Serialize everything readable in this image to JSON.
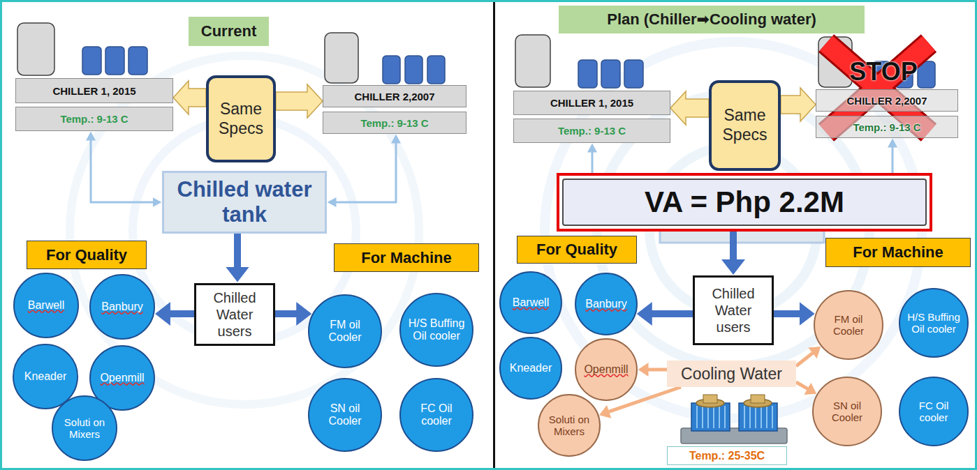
{
  "diagram": {
    "nodes": [
      {
        "text": [
          "Current"
        ]
      },
      {
        "text": [
          "CHILLER 1, 2015"
        ]
      },
      {
        "text": [
          "Temp.: 9-13 C"
        ]
      },
      {
        "text": [
          "Same Specs"
        ]
      },
      {
        "text": [
          "CHILLER 2,2007"
        ]
      },
      {
        "text": [
          "Temp.: 9-13 C"
        ]
      },
      {
        "text": [
          "Chilled water tank"
        ]
      },
      {
        "text": [
          "For Quality"
        ]
      },
      {
        "text": [
          "For Machine"
        ]
      },
      {
        "text": [
          "Chilled Water users"
        ]
      },
      {
        "text": [
          "Barwell"
        ]
      },
      {
        "text": [
          "Banbury"
        ]
      },
      {
        "text": [
          "Kneader"
        ]
      },
      {
        "text": [
          "Openmill"
        ]
      },
      {
        "text": [
          "Soluti on Mixers"
        ]
      },
      {
        "text": [
          "FM oil Cooler"
        ]
      },
      {
        "text": [
          "H/S Buffing Oil cooler"
        ]
      },
      {
        "text": [
          "SN oil Cooler"
        ]
      },
      {
        "text": [
          "FC Oil cooler"
        ]
      },
      {
        "text": [
          "Plan (Chiller➡Cooling water)"
        ]
      },
      {
        "text": [
          "CHILLER 1, 2015"
        ]
      },
      {
        "text": [
          "Temp.: 9-13 C"
        ]
      },
      {
        "text": [
          "Same Specs"
        ]
      },
      {
        "text": [
          "CHILLER 2,2007"
        ]
      },
      {
        "text": [
          "Temp.: 9-13 C"
        ]
      },
      {
        "text": [
          "VA = Php 2.2M"
        ]
      },
      {
        "text": [
          "For Quality"
        ]
      },
      {
        "text": [
          "For Machine"
        ]
      },
      {
        "text": [
          "Chilled Water users"
        ]
      },
      {
        "text": [
          "Barwell"
        ]
      },
      {
        "text": [
          "Banbury"
        ]
      },
      {
        "text": [
          "Kneader"
        ]
      },
      {
        "text": [
          "Openmill"
        ]
      },
      {
        "text": [
          "Soluti on Mixers"
        ]
      },
      {
        "text": [
          "FM oil Cooler"
        ]
      },
      {
        "text": [
          "H/S Buffing Oil cooler"
        ]
      },
      {
        "text": [
          "SN oil Cooler"
        ]
      },
      {
        "text": [
          "FC Oil cooler"
        ]
      },
      {
        "text": [
          "Cooling Water"
        ]
      },
      {
        "text": [
          "Temp.: 25-35C"
        ]
      }
    ],
    "edges": [
      {
        "from": 3,
        "to": 1,
        "arrow": "to"
      },
      {
        "from": 3,
        "to": 4,
        "arrow": "to"
      },
      {
        "from": 6,
        "to": 2,
        "arrow": "both"
      },
      {
        "from": 6,
        "to": 5,
        "arrow": "both"
      },
      {
        "from": 6,
        "to": 9,
        "arrow": "to"
      },
      {
        "from": 9,
        "to": 11,
        "arrow": "to"
      },
      {
        "from": 9,
        "to": 15,
        "arrow": "to"
      },
      {
        "from": 22,
        "to": 20,
        "arrow": "to"
      },
      {
        "from": 22,
        "to": 23,
        "arrow": "to"
      },
      {
        "from": 25,
        "to": 21,
        "arrow": "to"
      },
      {
        "from": 25,
        "to": 24,
        "arrow": "to"
      },
      {
        "from": 25,
        "to": 28,
        "arrow": "to"
      },
      {
        "from": 28,
        "to": 30,
        "arrow": "to"
      },
      {
        "from": 28,
        "to": 34,
        "arrow": "to"
      },
      {
        "from": 38,
        "to": 32,
        "arrow": "to"
      },
      {
        "from": 38,
        "to": 33,
        "arrow": "to"
      },
      {
        "from": 38,
        "to": 34,
        "arrow": "to"
      },
      {
        "from": 38,
        "to": 36,
        "arrow": "to"
      }
    ],
    "labels": [
      "STOP"
    ]
  }
}
